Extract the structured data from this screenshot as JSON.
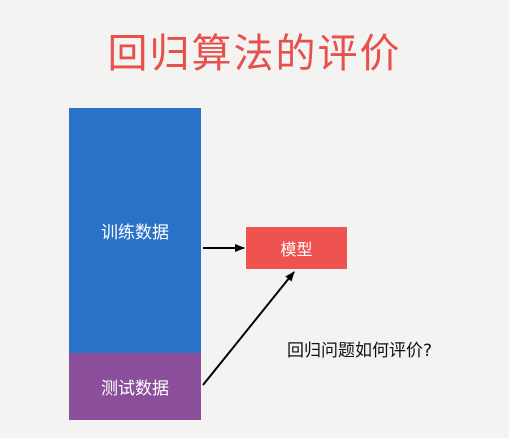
{
  "title": "回归算法的评价",
  "blocks": {
    "train_label": "训练数据",
    "test_label": "测试数据",
    "model_label": "模型"
  },
  "question": "回归问题如何评价?",
  "colors": {
    "title": "#e8504d",
    "train": "#2a72c7",
    "test": "#8b4e9a",
    "model": "#ef5350",
    "arrow": "#000000"
  }
}
